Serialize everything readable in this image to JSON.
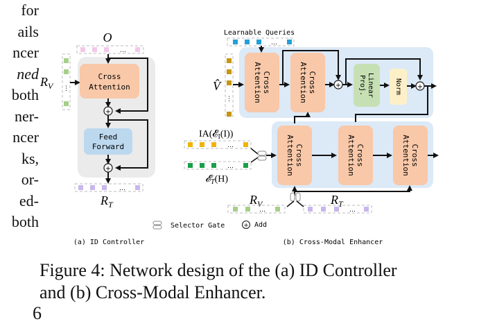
{
  "side_text": [
    "for",
    "ails",
    "ncer",
    "ned",
    "both",
    "ner-",
    "ncer",
    "ks,",
    "or-",
    "ed-",
    "both"
  ],
  "side_text_italic_index": 3,
  "figure": {
    "id_controller": {
      "input_top_label": "O",
      "input_left_label": "R_V",
      "cross_attention": [
        "Cross",
        "Attention"
      ],
      "feed_forward": [
        "Feed",
        "Forward"
      ],
      "output_label": "R_T",
      "ellipsis": "…",
      "subcaption": "(a) ID Controller"
    },
    "enhancer": {
      "learnable_queries": "Learnable Queries",
      "v_hat_label": "V̂",
      "ca1": [
        "Cross",
        "Attention"
      ],
      "ca2": [
        "Cross",
        "Attention"
      ],
      "linear_proj": [
        "Linear",
        "Proj."
      ],
      "norm": "Norm",
      "ca3": [
        "Cross",
        "Attention"
      ],
      "ca4": [
        "Cross",
        "Attention"
      ],
      "ca5": [
        "Cross",
        "Attention"
      ],
      "ia_label": "IA(𝓔",
      "ia_sub": "I",
      "ia_tail": "(I))",
      "et_label": "𝓔",
      "et_sub": "T",
      "et_tail": "(H)",
      "rv_label": "R",
      "rv_sub": "V",
      "rt_label": "R",
      "rt_sub": "T",
      "ellipsis": "…",
      "subcaption": "(b) Cross-Modal Enhancer"
    },
    "legend": {
      "selector_gate": "Selector Gate",
      "add": "Add"
    },
    "colors": {
      "attention": "#f8c8a8",
      "feed_forward": "#bcd8ee",
      "linear": "#c6e0b4",
      "norm": "#fdf0c8",
      "panel_gray": "#ebebeb",
      "panel_blue": "#dce9f6",
      "token_pink": "#f2c8e8",
      "token_green": "#a6cf8a",
      "token_purple": "#c8b6ec",
      "token_cyan": "#22a0d8",
      "token_gold": "#c8960a",
      "token_yellow": "#f0b400",
      "token_dkgreen": "#1aa04a"
    }
  },
  "caption": {
    "line1": "Figure 4: Network design of the (a) ID Controller",
    "line2": "and (b) Cross-Modal Enhancer."
  },
  "page_number": "6"
}
